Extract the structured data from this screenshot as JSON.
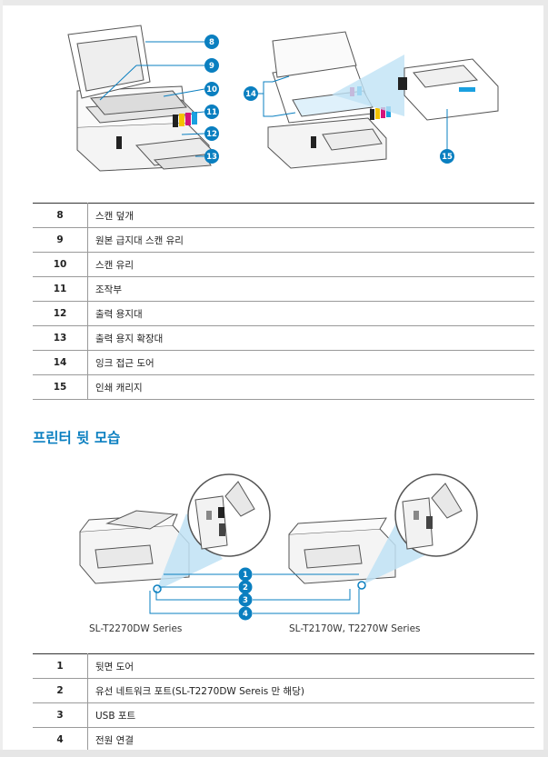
{
  "callouts_top": [
    "8",
    "9",
    "10",
    "11",
    "12",
    "13",
    "14",
    "15"
  ],
  "table_top": [
    {
      "num": "8",
      "desc": "스캔 덮개"
    },
    {
      "num": "9",
      "desc": "원본 급지대 스캔 유리"
    },
    {
      "num": "10",
      "desc": "스캔 유리"
    },
    {
      "num": "11",
      "desc": "조작부"
    },
    {
      "num": "12",
      "desc": "출력 용지대"
    },
    {
      "num": "13",
      "desc": "출력 용지 확장대"
    },
    {
      "num": "14",
      "desc": "잉크 접근 도어"
    },
    {
      "num": "15",
      "desc": "인쇄 캐리지"
    }
  ],
  "section_title": "프린터 뒷 모습",
  "callouts_rear": [
    "1",
    "2",
    "3",
    "4"
  ],
  "series_labels": [
    "SL-T2270DW Series",
    "SL-T2170W, T2270W Series"
  ],
  "table_rear": [
    {
      "num": "1",
      "desc": "뒷면 도어"
    },
    {
      "num": "2",
      "desc": "유선 네트워크 포트(SL-T2270DW Sereis 만 해당)"
    },
    {
      "num": "3",
      "desc": "USB 포트"
    },
    {
      "num": "4",
      "desc": "전원 연결"
    }
  ],
  "colors": {
    "callout": "#0a7fc0",
    "accent_light": "#bfe2f5",
    "heading": "#0a7fc0"
  }
}
